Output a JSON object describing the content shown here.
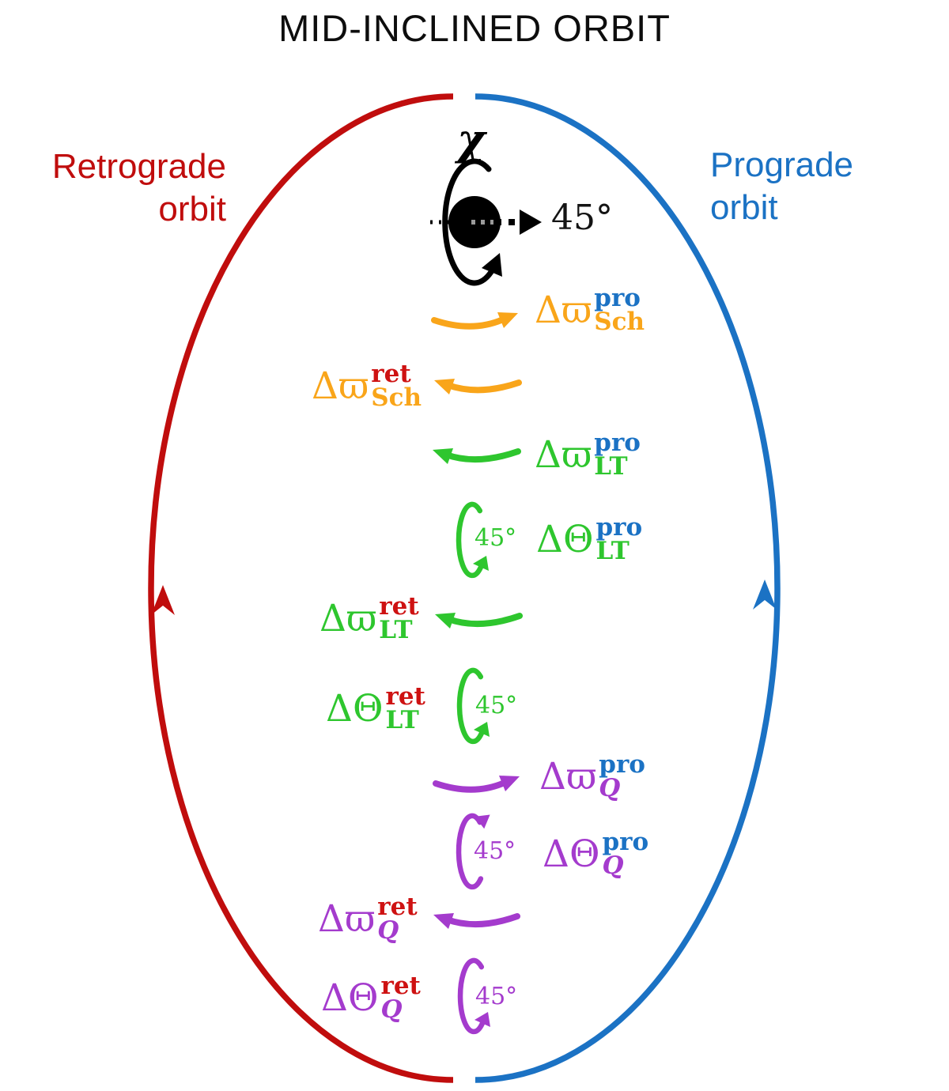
{
  "title": "MID-INCLINED ORBIT",
  "orbit": {
    "retrograde_label_line1": "Retrograde",
    "retrograde_label_line2": "orbit",
    "prograde_label_line1": "Prograde",
    "prograde_label_line2": "orbit"
  },
  "black_hole": {
    "spin_parameter_symbol": "χ",
    "spin_axis_angle": "45°"
  },
  "tilt_angle": "45°",
  "annotations": [
    {
      "main": "Δϖ",
      "sup": "pro",
      "sub": "Sch"
    },
    {
      "main": "Δϖ",
      "sup": "ret",
      "sub": "Sch"
    },
    {
      "main": "Δϖ",
      "sup": "pro",
      "sub": "LT"
    },
    {
      "main": "ΔΘ",
      "sup": "pro",
      "sub": "LT"
    },
    {
      "main": "Δϖ",
      "sup": "ret",
      "sub": "LT"
    },
    {
      "main": "ΔΘ",
      "sup": "ret",
      "sub": "LT"
    },
    {
      "main": "Δϖ",
      "sup": "pro",
      "sub": "Q"
    },
    {
      "main": "ΔΘ",
      "sup": "pro",
      "sub": "Q"
    },
    {
      "main": "Δϖ",
      "sup": "ret",
      "sub": "Q"
    },
    {
      "main": "ΔΘ",
      "sup": "ret",
      "sub": "Q"
    }
  ],
  "colors": {
    "retrograde_red": "#C00D0D",
    "prograde_blue": "#1B72C4",
    "schwarzschild_orange": "#F9A51A",
    "lense_thirring_green": "#2EC62E",
    "quadrupole_purple": "#A43BCD",
    "ret_superscript_red": "#CE1212",
    "pro_superscript_blue": "#1B72C4",
    "ink_black": "#000000"
  }
}
